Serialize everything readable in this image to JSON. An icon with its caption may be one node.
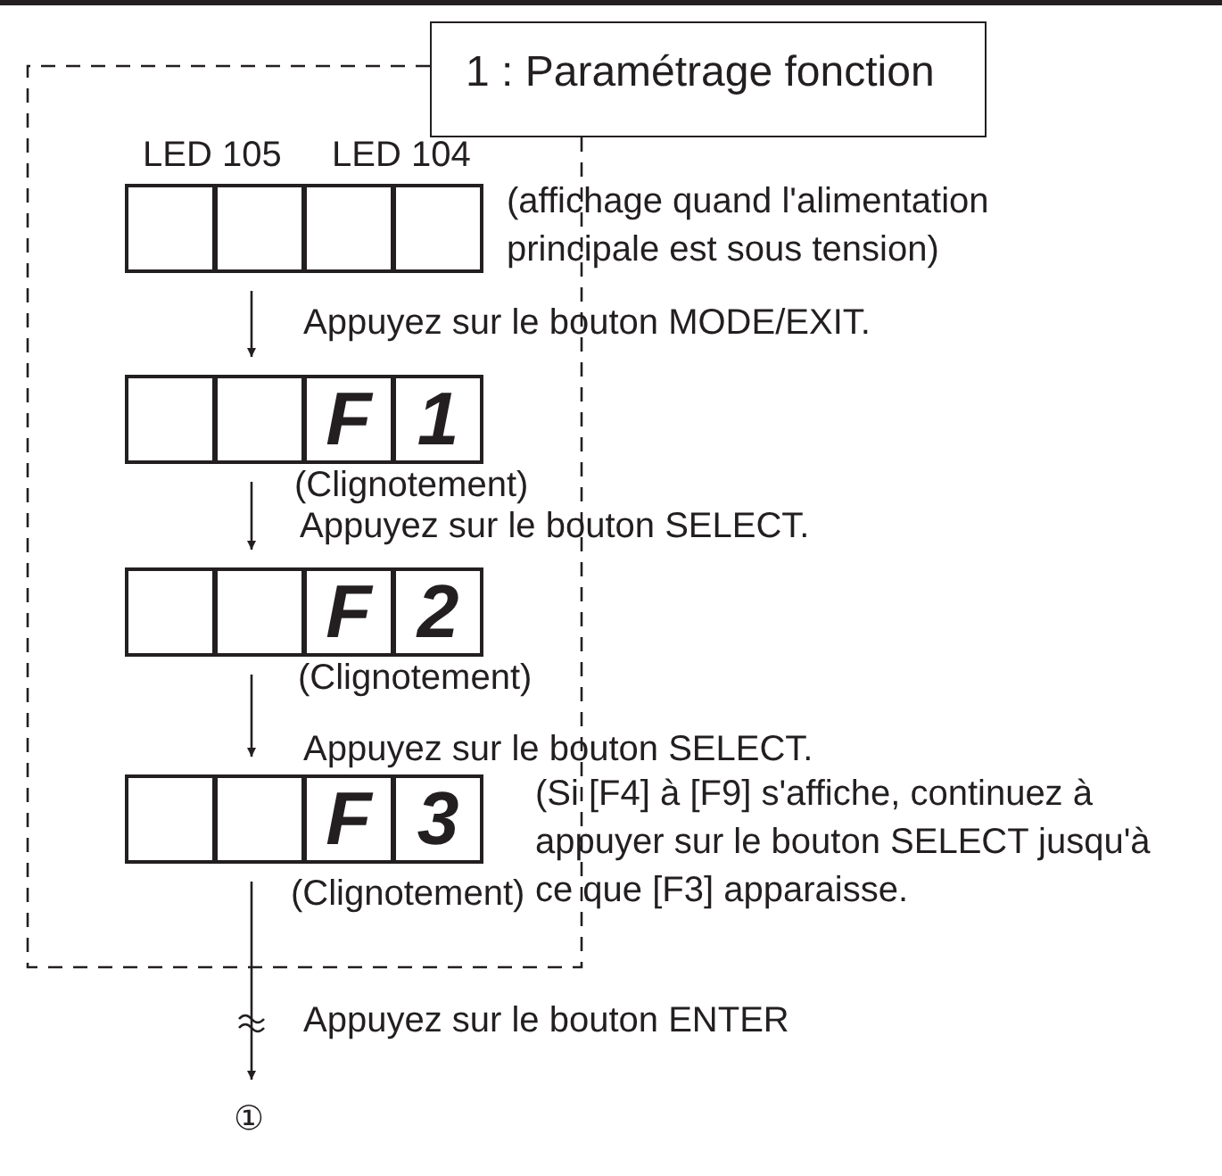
{
  "diagram": {
    "nodes": [
      {
        "text": [
          "1 : Paramétrage fonction"
        ]
      },
      {
        "text": [
          "LED 105",
          "LED 104"
        ],
        "beside": [
          "(affichage quand l'alimentation principale est sous tension)"
        ],
        "in": 0
      },
      {
        "text": [
          "F",
          "1"
        ],
        "beside": [
          "(Clignotement)"
        ],
        "in": 0
      },
      {
        "text": [
          "F",
          "2"
        ],
        "beside": [
          "(Clignotement)"
        ],
        "in": 0
      },
      {
        "text": [
          "F",
          "3"
        ],
        "beside": [
          "(Clignotement)",
          "(Si [F4] à [F9] s'affiche, continuez à appuyer sur le bouton SELECT jusqu'à ce que [F3] apparaisse."
        ],
        "in": 0
      },
      {
        "text": [
          "①"
        ]
      }
    ],
    "edges": [
      {
        "from": 1,
        "to": 2,
        "arrow": "to",
        "label": "Appuyez sur le bouton MODE/EXIT."
      },
      {
        "from": 2,
        "to": 3,
        "arrow": "to",
        "label": "Appuyez sur le bouton SELECT."
      },
      {
        "from": 3,
        "to": 4,
        "arrow": "to",
        "label": "Appuyez sur le bouton SELECT."
      },
      {
        "from": 4,
        "to": 5,
        "arrow": "to",
        "label": "Appuyez sur le bouton ENTER"
      }
    ]
  }
}
